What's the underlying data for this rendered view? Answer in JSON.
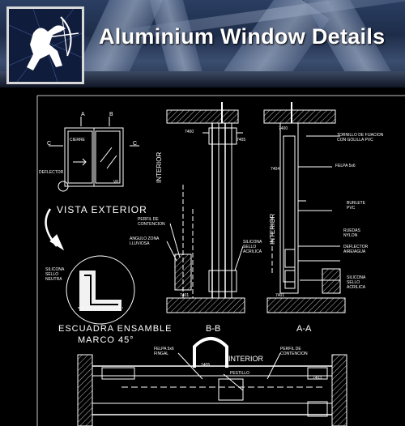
{
  "header": {
    "title": "Aluminium Window Details",
    "logo_icon": "archer-icon"
  },
  "labels": {
    "vista_exterior": "VISTA EXTERIOR",
    "escuadra": "ESCUADRA ENSAMBLE",
    "marco": "MARCO 45°",
    "section_bb": "B-B",
    "section_aa": "A-A",
    "interior_v1": "INTERIOR",
    "interior_v2": "INTERIOR",
    "interior_h": "INTERIOR",
    "deflector": "DEFLECTOR",
    "cierre": "CIERRE",
    "vf": "VF",
    "silicona_neutra": "SILICONA SELLO NEUTRA",
    "perfil_contencion": "PERFIL DE CONTENCION",
    "angulo_zona": "ANGULO ZONA LLUVIOSA",
    "silicona_acrilica": "SILICONA SELLO ACRILICA",
    "tornillo": "TORNILLO DE FIJACION CON GOLILLA PVC",
    "felpa": "FELPA 5x6",
    "burlete": "BURLETE PVC",
    "ruedas": "RUEDAS NYLON",
    "deflector_aire": "DEFLECTOR AIRE/AGUA",
    "silicona_acrilica2": "SILICONA SELLO ACRILICA",
    "felpa_fingal": "FELPA 5x6 FINGAL",
    "perfil_contencion2": "PERFIL DE CONTENCION",
    "pestillo": "PESTILLO",
    "a": "A",
    "b": "B",
    "c": "C",
    "n7400": "7400",
    "n7405": "7405",
    "n7401": "7401",
    "n7403": "7403",
    "n7404": "7404",
    "n1405": "1405"
  }
}
